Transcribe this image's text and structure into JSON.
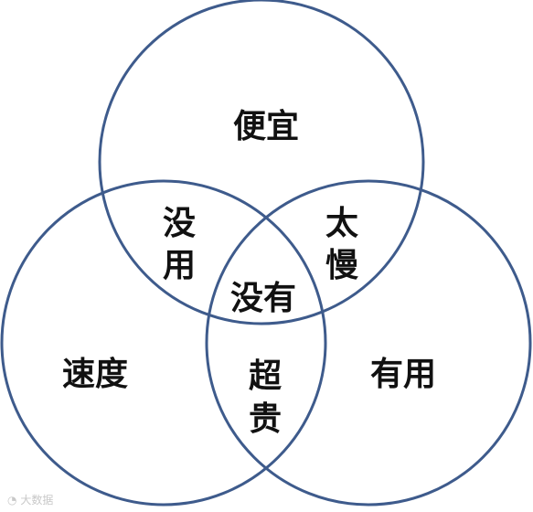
{
  "diagram": {
    "type": "venn",
    "sets": [
      {
        "id": "top",
        "label": "便宜"
      },
      {
        "id": "left",
        "label": "速度"
      },
      {
        "id": "right",
        "label": "有用"
      }
    ],
    "intersections": {
      "top_left": [
        "没",
        "用"
      ],
      "top_right": [
        "太",
        "慢"
      ],
      "left_right": [
        "超",
        "贵"
      ],
      "center": "没有"
    },
    "colors": {
      "circle_stroke": "#3e5b8c",
      "text": "#111111",
      "background": "#ffffff"
    }
  },
  "watermark": {
    "icon": "weibo-icon",
    "text": "大数据"
  }
}
